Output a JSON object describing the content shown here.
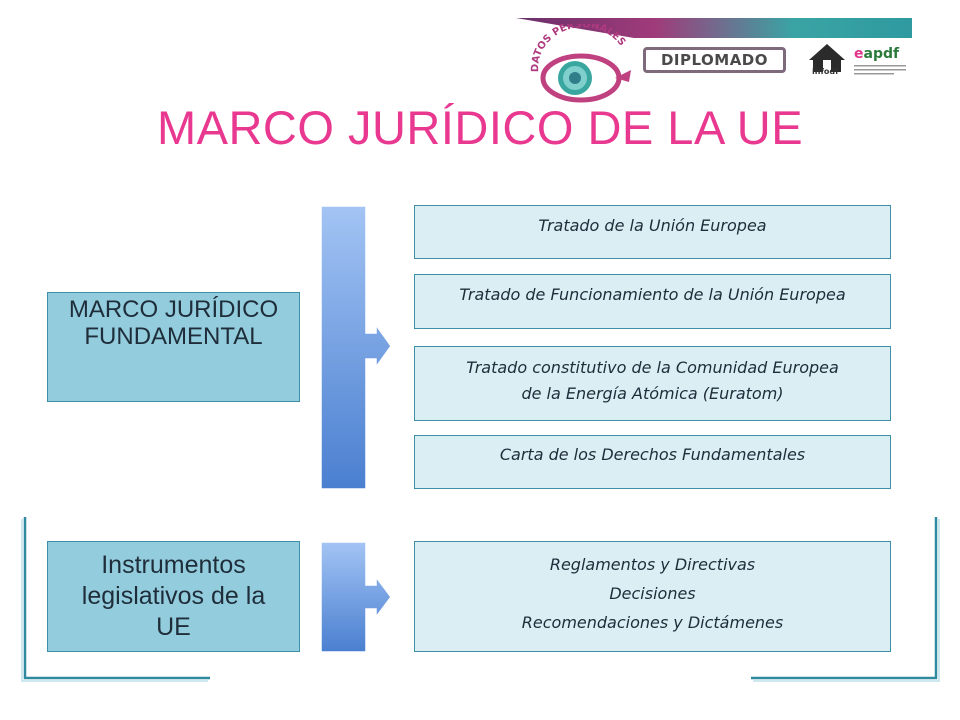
{
  "header": {
    "logo_text": "DATOS PERSONALES",
    "banner_label": "DIPLOMADO",
    "logo2_text": "info",
    "logo2_suffix": "df",
    "logo3_text": "apdf",
    "logo3_initial": "e"
  },
  "title": "MARCO JURÍDICO DE LA UE",
  "colors": {
    "title": "#e8388f",
    "main_box_fill": "#93cddd",
    "item_box_fill": "#dbeef4",
    "border": "#3f8fa8",
    "connector_top": "#a3c4f4",
    "connector_bottom": "#4a7fd0"
  },
  "fundamental": {
    "label_line1": "MARCO JURÍDICO",
    "label_line2": "FUNDAMENTAL",
    "items": [
      {
        "text": "Tratado de la Unión Europea"
      },
      {
        "text": "Tratado de Funcionamiento de la Unión Europea"
      },
      {
        "line1": "Tratado constitutivo de la Comunidad Europea",
        "line2": "de la Energía Atómica (Euratom)"
      },
      {
        "text": "Carta de los Derechos Fundamentales"
      }
    ]
  },
  "instruments": {
    "label_line1": "Instrumentos",
    "label_line2": "legislativos de la",
    "label_line3": "UE",
    "items": [
      "Reglamentos y Directivas",
      "Decisiones",
      "Recomendaciones y Dictámenes"
    ]
  }
}
